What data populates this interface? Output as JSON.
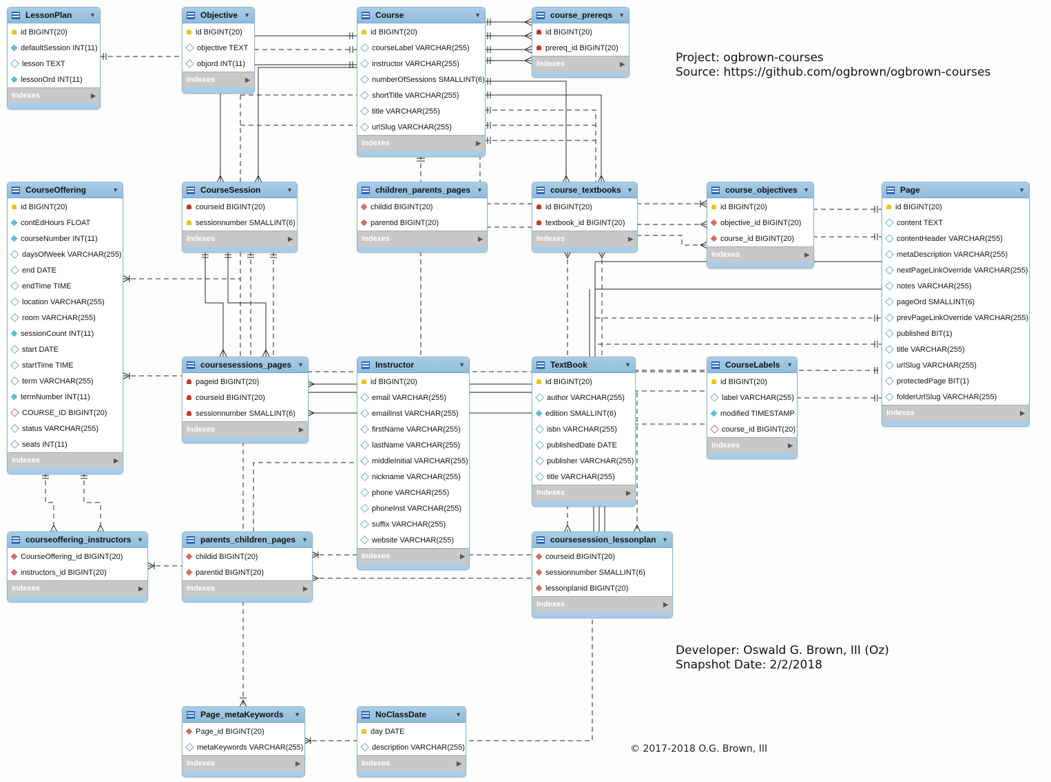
{
  "annotations": {
    "project": "Project: ogbrown-courses",
    "source": "Source: https://github.com/ogbrown/ogbrown-courses",
    "developer": "Developer: Oswald G. Brown, III (Oz)",
    "snapshot": "Snapshot Date: 2/2/2018",
    "copyright": "© 2017-2018 O.G. Brown, III"
  },
  "indexes_label": "Indexes",
  "tables": [
    {
      "id": "LessonPlan",
      "name": "LessonPlan",
      "cols": [
        {
          "t": "pk",
          "text": "id BIGINT(20)"
        },
        {
          "t": "nn",
          "text": "defaultSession INT(11)"
        },
        {
          "t": "col",
          "text": "lesson TEXT"
        },
        {
          "t": "nn",
          "text": "lessonOrd INT(11)"
        }
      ]
    },
    {
      "id": "Objective",
      "name": "Objective",
      "cols": [
        {
          "t": "pk",
          "text": "id BIGINT(20)"
        },
        {
          "t": "col",
          "text": "objective TEXT"
        },
        {
          "t": "col",
          "text": "objord INT(11)"
        }
      ]
    },
    {
      "id": "Course",
      "name": "Course",
      "cols": [
        {
          "t": "pk",
          "text": "id BIGINT(20)"
        },
        {
          "t": "col",
          "text": "courseLabel VARCHAR(255)"
        },
        {
          "t": "col",
          "text": "instructor VARCHAR(255)"
        },
        {
          "t": "col",
          "text": "numberOfSessions SMALLINT(6)"
        },
        {
          "t": "col",
          "text": "shortTitle VARCHAR(255)"
        },
        {
          "t": "col",
          "text": "title VARCHAR(255)"
        },
        {
          "t": "col",
          "text": "urlSlug VARCHAR(255)"
        }
      ]
    },
    {
      "id": "course_prereqs",
      "name": "course_prereqs",
      "cols": [
        {
          "t": "fk",
          "text": "id BIGINT(20)"
        },
        {
          "t": "fk",
          "text": "prereq_id BIGINT(20)"
        }
      ]
    },
    {
      "id": "CourseOffering",
      "name": "CourseOffering",
      "cols": [
        {
          "t": "pk",
          "text": "id BIGINT(20)"
        },
        {
          "t": "nn",
          "text": "contEdHours FLOAT"
        },
        {
          "t": "nn",
          "text": "courseNumber INT(11)"
        },
        {
          "t": "col",
          "text": "daysOfWeek VARCHAR(255)"
        },
        {
          "t": "col",
          "text": "end DATE"
        },
        {
          "t": "col",
          "text": "endTime TIME"
        },
        {
          "t": "col",
          "text": "location VARCHAR(255)"
        },
        {
          "t": "col",
          "text": "room VARCHAR(255)"
        },
        {
          "t": "nn",
          "text": "sessionCount INT(11)"
        },
        {
          "t": "col",
          "text": "start DATE"
        },
        {
          "t": "col",
          "text": "startTime TIME"
        },
        {
          "t": "col",
          "text": "term VARCHAR(255)"
        },
        {
          "t": "nn",
          "text": "termNumber INT(11)"
        },
        {
          "t": "colr",
          "text": "COURSE_ID BIGINT(20)"
        },
        {
          "t": "col",
          "text": "status VARCHAR(255)"
        },
        {
          "t": "col",
          "text": "seats INT(11)"
        }
      ]
    },
    {
      "id": "CourseSession",
      "name": "CourseSession",
      "cols": [
        {
          "t": "fk",
          "text": "courseid BIGINT(20)"
        },
        {
          "t": "pk",
          "text": "sessionnumber SMALLINT(6)"
        }
      ]
    },
    {
      "id": "children_parents_pages",
      "name": "children_parents_pages",
      "cols": [
        {
          "t": "fkd",
          "text": "childid BIGINT(20)"
        },
        {
          "t": "fkd",
          "text": "parentid BIGINT(20)"
        }
      ]
    },
    {
      "id": "course_textbooks",
      "name": "course_textbooks",
      "cols": [
        {
          "t": "fk",
          "text": "id BIGINT(20)"
        },
        {
          "t": "fk",
          "text": "textbook_id BIGINT(20)"
        }
      ]
    },
    {
      "id": "course_objectives",
      "name": "course_objectives",
      "cols": [
        {
          "t": "pk",
          "text": "id BIGINT(20)"
        },
        {
          "t": "fkd",
          "text": "objective_id BIGINT(20)"
        },
        {
          "t": "fkd",
          "text": "course_id BIGINT(20)"
        }
      ]
    },
    {
      "id": "Page",
      "name": "Page",
      "cols": [
        {
          "t": "pk",
          "text": "id BIGINT(20)"
        },
        {
          "t": "col",
          "text": "content TEXT"
        },
        {
          "t": "col",
          "text": "contentHeader VARCHAR(255)"
        },
        {
          "t": "col",
          "text": "metaDescription VARCHAR(255)"
        },
        {
          "t": "col",
          "text": "nextPageLinkOverride VARCHAR(255)"
        },
        {
          "t": "col",
          "text": "notes VARCHAR(255)"
        },
        {
          "t": "col",
          "text": "pageOrd SMALLINT(6)"
        },
        {
          "t": "col",
          "text": "prevPageLinkOverride VARCHAR(255)"
        },
        {
          "t": "col",
          "text": "published BIT(1)"
        },
        {
          "t": "col",
          "text": "title VARCHAR(255)"
        },
        {
          "t": "col",
          "text": "urlSlug VARCHAR(255)"
        },
        {
          "t": "col",
          "text": "protectedPage BIT(1)"
        },
        {
          "t": "col",
          "text": "folderUrlSlug VARCHAR(255)"
        }
      ]
    },
    {
      "id": "coursesessions_pages",
      "name": "coursesessions_pages",
      "cols": [
        {
          "t": "fk",
          "text": "pageid BIGINT(20)"
        },
        {
          "t": "fk",
          "text": "courseid BIGINT(20)"
        },
        {
          "t": "fk",
          "text": "sessionnumber SMALLINT(6)"
        }
      ]
    },
    {
      "id": "Instructor",
      "name": "Instructor",
      "cols": [
        {
          "t": "pk",
          "text": "id BIGINT(20)"
        },
        {
          "t": "col",
          "text": "email VARCHAR(255)"
        },
        {
          "t": "col",
          "text": "emailInst VARCHAR(255)"
        },
        {
          "t": "col",
          "text": "firstName VARCHAR(255)"
        },
        {
          "t": "col",
          "text": "lastName VARCHAR(255)"
        },
        {
          "t": "col",
          "text": "middleInitial VARCHAR(255)"
        },
        {
          "t": "col",
          "text": "nickname VARCHAR(255)"
        },
        {
          "t": "col",
          "text": "phone VARCHAR(255)"
        },
        {
          "t": "col",
          "text": "phoneInst VARCHAR(255)"
        },
        {
          "t": "col",
          "text": "suffix VARCHAR(255)"
        },
        {
          "t": "col",
          "text": "website VARCHAR(255)"
        }
      ]
    },
    {
      "id": "TextBook",
      "name": "TextBook",
      "cols": [
        {
          "t": "pk",
          "text": "id BIGINT(20)"
        },
        {
          "t": "col",
          "text": "author VARCHAR(255)"
        },
        {
          "t": "nn",
          "text": "edition SMALLINT(6)"
        },
        {
          "t": "col",
          "text": "isbn VARCHAR(255)"
        },
        {
          "t": "col",
          "text": "publishedDate DATE"
        },
        {
          "t": "col",
          "text": "publisher VARCHAR(255)"
        },
        {
          "t": "col",
          "text": "title VARCHAR(255)"
        }
      ]
    },
    {
      "id": "CourseLabels",
      "name": "CourseLabels",
      "cols": [
        {
          "t": "pk",
          "text": "id BIGINT(20)"
        },
        {
          "t": "col",
          "text": "label VARCHAR(255)"
        },
        {
          "t": "nn",
          "text": "modified TIMESTAMP"
        },
        {
          "t": "colr",
          "text": "course_id BIGINT(20)"
        }
      ]
    },
    {
      "id": "courseoffering_instructors",
      "name": "courseoffering_instructors",
      "cols": [
        {
          "t": "fkd",
          "text": "CourseOffering_id BIGINT(20)"
        },
        {
          "t": "fkd",
          "text": "instructors_id BIGINT(20)"
        }
      ]
    },
    {
      "id": "parents_children_pages",
      "name": "parents_children_pages",
      "cols": [
        {
          "t": "fkd",
          "text": "childid BIGINT(20)"
        },
        {
          "t": "fkd",
          "text": "parentid BIGINT(20)"
        }
      ]
    },
    {
      "id": "coursesession_lessonplan",
      "name": "coursesession_lessonplan",
      "cols": [
        {
          "t": "fkd",
          "text": "courseid BIGINT(20)"
        },
        {
          "t": "fkd",
          "text": "sessionnumber SMALLINT(6)"
        },
        {
          "t": "fkd",
          "text": "lessonplanid BIGINT(20)"
        }
      ]
    },
    {
      "id": "Page_metaKeywords",
      "name": "Page_metaKeywords",
      "cols": [
        {
          "t": "fkd",
          "text": "Page_id BIGINT(20)"
        },
        {
          "t": "col",
          "text": "metaKeywords VARCHAR(255)"
        }
      ]
    },
    {
      "id": "NoClassDate",
      "name": "NoClassDate",
      "cols": [
        {
          "t": "pk",
          "text": "day DATE"
        },
        {
          "t": "col",
          "text": "description VARCHAR(255)"
        }
      ]
    }
  ]
}
